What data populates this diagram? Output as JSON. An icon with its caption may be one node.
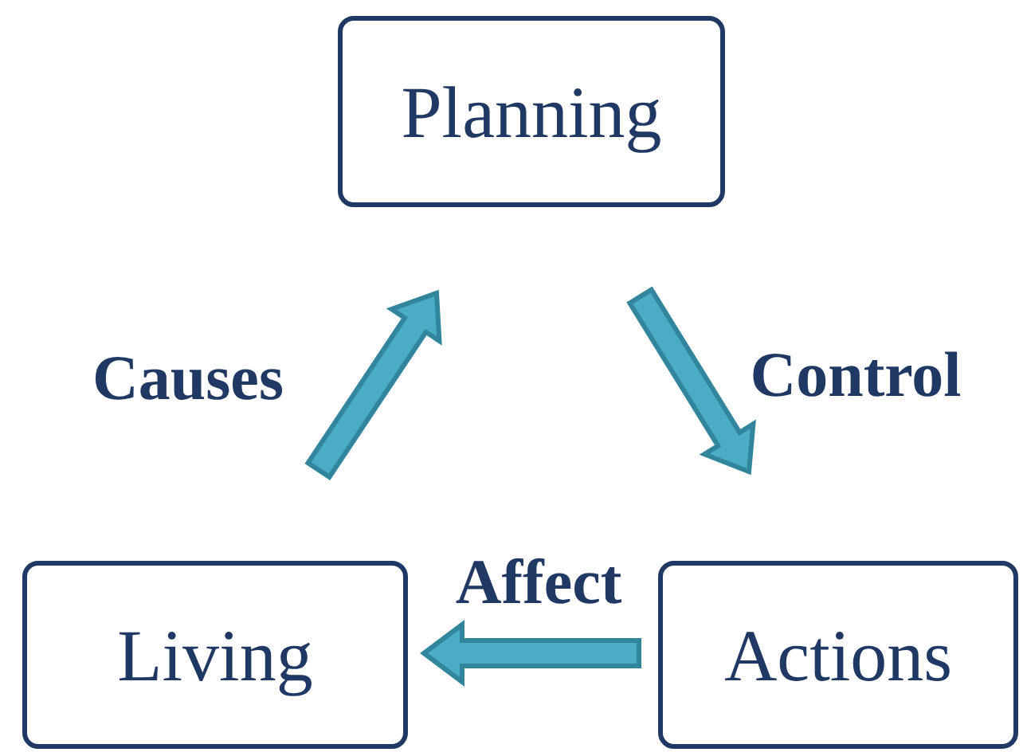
{
  "diagram": {
    "nodes": [
      {
        "text": [
          "Planning"
        ]
      },
      {
        "text": [
          "Living"
        ]
      },
      {
        "text": [
          "Actions"
        ]
      }
    ],
    "edges": [
      {
        "from": 1,
        "to": 0,
        "arrow": "to",
        "label": "Causes"
      },
      {
        "from": 0,
        "to": 2,
        "arrow": "to",
        "label": "Control"
      },
      {
        "from": 2,
        "to": 1,
        "arrow": "to",
        "label": "Affect"
      }
    ]
  }
}
